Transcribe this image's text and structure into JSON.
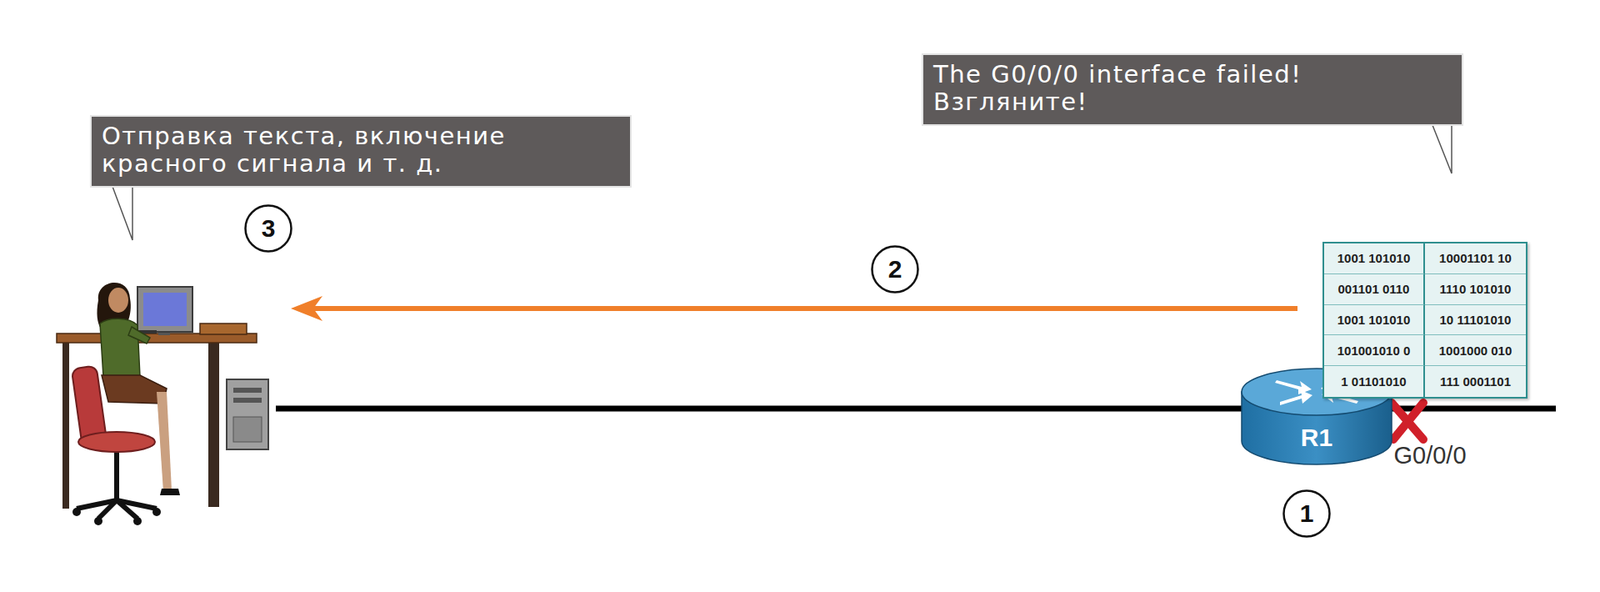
{
  "diagram": {
    "nodes": [
      {
        "text": [
          "The G0/0/0 interface failed! Взгляните!"
        ]
      },
      {
        "text": [
          "Отправка текста, включение красного сигнала и т. д."
        ]
      },
      {
        "text": [
          "3"
        ]
      },
      {
        "text": [
          "2"
        ]
      },
      {
        "text": [
          "R1"
        ]
      },
      {
        "text": [
          "1"
        ]
      }
    ],
    "labels": [
      "1001 101010",
      "10001101 10",
      "001101 0110",
      "1110 101010",
      "1001 101010",
      "10 11101010",
      "101001010 0",
      "1001000 010",
      "1 01101010",
      "111 0001101",
      "G0/0/0"
    ]
  }
}
